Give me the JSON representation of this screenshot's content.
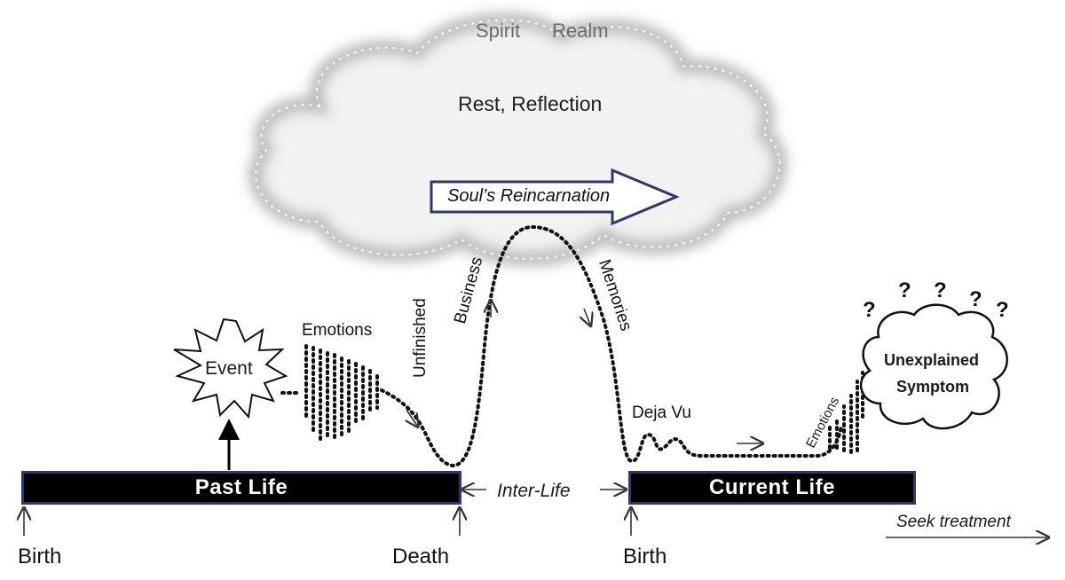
{
  "cloud": {
    "title_left": "Spirit",
    "title_right": "Realm",
    "subtitle": "Rest, Reflection"
  },
  "arrow_label": "Soul’s Reincarnation",
  "timeline": {
    "past_life": "Past Life",
    "current_life": "Current Life",
    "inter_life": "Inter-Life",
    "birth_left": "Birth",
    "death": "Death",
    "birth_right": "Birth",
    "seek": "Seek treatment"
  },
  "curve_labels": {
    "event": "Event",
    "emotions_past": "Emotions",
    "unfinished": "Unfinished",
    "business": "Business",
    "memories": "Memories",
    "deja_vu": "Deja Vu",
    "emotions_current": "Emotions",
    "symptom_line1": "Unexplained",
    "symptom_line2": "Symptom",
    "question": "?"
  },
  "colors": {
    "cloud_fill": "#e8e8e8",
    "cloud_edge": "#bdbdbd",
    "arrow_border": "#2b3a6b",
    "bar_fill": "#000000"
  }
}
